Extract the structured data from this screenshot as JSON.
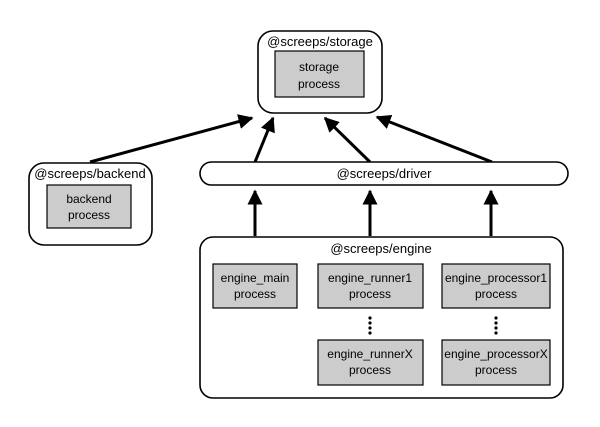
{
  "colors": {
    "background": "#ffffff",
    "outline": "#000000",
    "process_fill": "#cccccc",
    "text": "#000000"
  },
  "packages": {
    "storage": {
      "label": "@screeps/storage",
      "process": [
        "storage",
        "process"
      ]
    },
    "backend": {
      "label": "@screeps/backend",
      "process": [
        "backend",
        "process"
      ]
    },
    "driver": {
      "label": "@screeps/driver"
    },
    "engine": {
      "label": "@screeps/engine",
      "main": [
        "engine_main",
        "process"
      ],
      "runner1": [
        "engine_runner1",
        "process"
      ],
      "processor1": [
        "engine_processor1",
        "process"
      ],
      "runnerX": [
        "engine_runnerX",
        "process"
      ],
      "processorX": [
        "engine_processorX",
        "process"
      ]
    }
  },
  "connections": [
    "backend -> storage",
    "driver -> storage (left)",
    "driver -> storage (center)",
    "driver -> storage (right)",
    "engine -> driver (left)",
    "engine -> driver (center)",
    "engine -> driver (right)"
  ]
}
